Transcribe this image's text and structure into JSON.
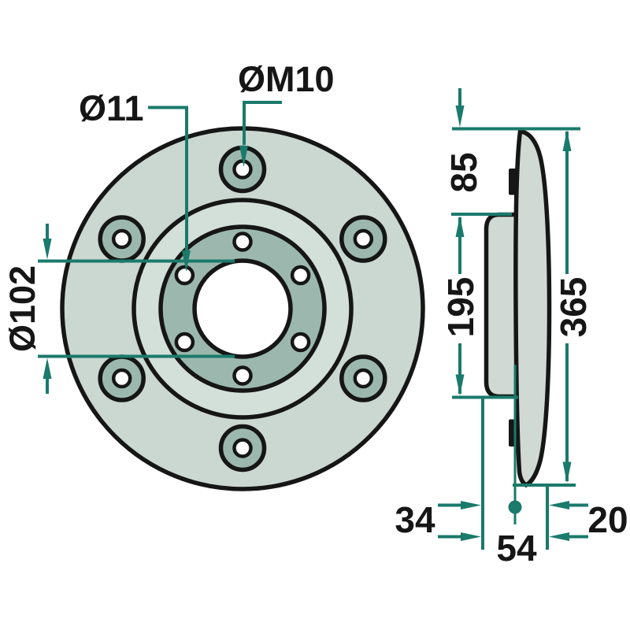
{
  "drawing": {
    "front_view": {
      "bolt_hole_count": 6,
      "hub_hole_count": 6,
      "label_bolt_thread": "ØM10",
      "label_bolt_hole_dia": "Ø11",
      "label_center_bore_dia": "Ø102"
    },
    "side_view": {
      "label_rim_to_hub_face": "85",
      "label_hub_face_height": "195",
      "label_outer_dia": "365",
      "label_back_offset": "34",
      "label_total_width": "54",
      "label_front_offset": "20"
    }
  },
  "colors": {
    "accent_teal": "#1a7a6b",
    "line_black": "#161616",
    "part_light": "#cbd7d1",
    "part_lighter": "#d3dfd9",
    "part_mid": "#9cb8ae",
    "hub_dark": "#9cb8ae",
    "side_fill": "#d0d9d4",
    "background": "#ffffff"
  }
}
